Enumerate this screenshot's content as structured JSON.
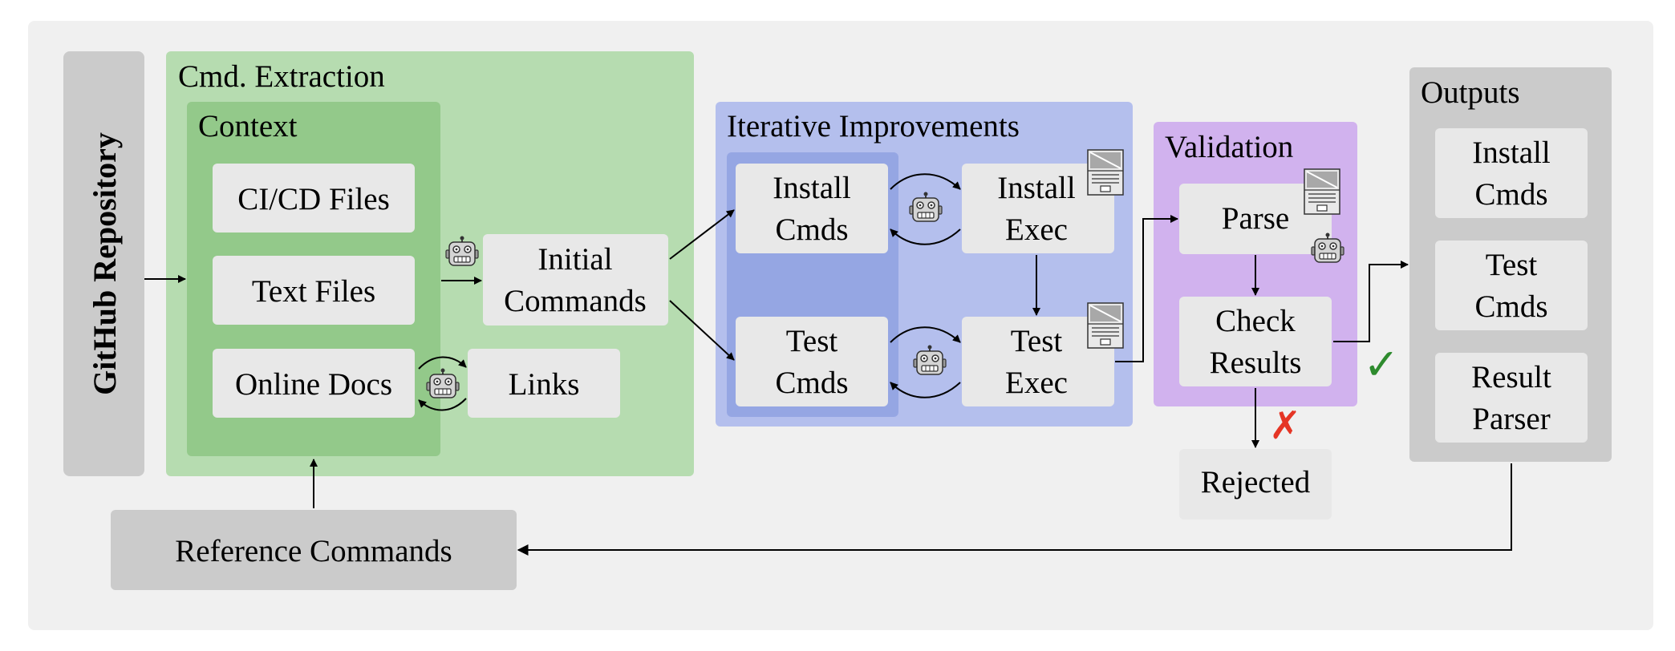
{
  "repo": {
    "label": "GitHub Repository"
  },
  "extraction": {
    "title": "Cmd. Extraction",
    "context": {
      "title": "Context",
      "items": [
        "CI/CD Files",
        "Text Files",
        "Online Docs"
      ]
    },
    "links": "Links",
    "initial": [
      "Initial",
      "Commands"
    ]
  },
  "reference": "Reference Commands",
  "iterative": {
    "title": "Iterative Improvements",
    "install_cmds": [
      "Install",
      "Cmds"
    ],
    "test_cmds": [
      "Test",
      "Cmds"
    ],
    "install_exec": [
      "Install",
      "Exec"
    ],
    "test_exec": [
      "Test",
      "Exec"
    ]
  },
  "validation": {
    "title": "Validation",
    "parse": "Parse",
    "check": [
      "Check",
      "Results"
    ],
    "rejected": "Rejected",
    "accept_mark": "✓",
    "reject_mark": "✗"
  },
  "outputs": {
    "title": "Outputs",
    "items": [
      [
        "Install",
        "Cmds"
      ],
      [
        "Test",
        "Cmds"
      ],
      [
        "Result",
        "Parser"
      ]
    ]
  },
  "colors": {
    "canvas": "#f0f0f0",
    "repo": "#cbcbcb",
    "extraction": "#b6dcb0",
    "context": "#93c98a",
    "iterative": "#b4bfed",
    "iterative_inner": "#95a6e3",
    "validation": "#d1b2ee",
    "outputs": "#cbcbcb",
    "box": "#e8e8e8",
    "reference": "#cbcbcb",
    "check": "#2e8b2e",
    "cross": "#e53525"
  },
  "icons": {
    "agent": "robot-icon",
    "terminal": "terminal-icon"
  }
}
